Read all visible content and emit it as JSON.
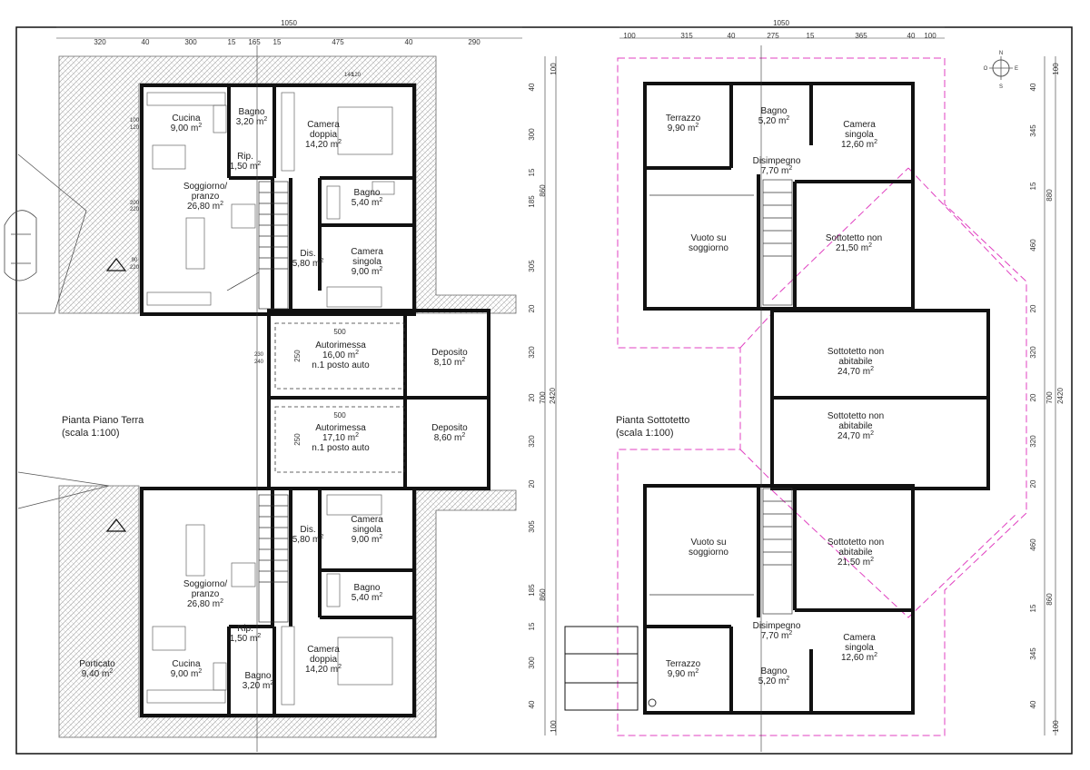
{
  "colors": {
    "wall": "#111111",
    "roof_outline": "#e040c0",
    "hatch": "#999999",
    "furniture": "#666666"
  },
  "ground_floor": {
    "title": "Pianta Piano Terra",
    "scale": "(scala 1:100)",
    "rooms": {
      "cucina_a": {
        "name": [
          "Cucina"
        ],
        "area": "9,00"
      },
      "bagno_a": {
        "name": [
          "Bagno"
        ],
        "area": "3,20"
      },
      "camera_doppia_a": {
        "name": [
          "Camera",
          "doppia"
        ],
        "area": "14,20"
      },
      "rip_a": {
        "name": [
          "Rip."
        ],
        "area": "1,50"
      },
      "soggiorno_a": {
        "name": [
          "Soggiorno/",
          "pranzo"
        ],
        "area": "26,80"
      },
      "bagno2_a": {
        "name": [
          "Bagno"
        ],
        "area": "5,40"
      },
      "dis_a": {
        "name": [
          "Dis."
        ],
        "area": "5,80"
      },
      "camera_singola_a": {
        "name": [
          "Camera",
          "singola"
        ],
        "area": "9,00"
      },
      "autorimessa_a": {
        "name": [
          "Autorimessa"
        ],
        "area": "16,00",
        "extra": "n.1 posto auto"
      },
      "deposito_a": {
        "name": [
          "Deposito"
        ],
        "area": "8,10"
      },
      "autorimessa_b": {
        "name": [
          "Autorimessa"
        ],
        "area": "17,10",
        "extra": "n.1 posto auto"
      },
      "deposito_b": {
        "name": [
          "Deposito"
        ],
        "area": "8,60"
      },
      "dis_b": {
        "name": [
          "Dis."
        ],
        "area": "5,80"
      },
      "camera_singola_b": {
        "name": [
          "Camera",
          "singola"
        ],
        "area": "9,00"
      },
      "soggiorno_b": {
        "name": [
          "Soggiorno/",
          "pranzo"
        ],
        "area": "26,80"
      },
      "bagno2_b": {
        "name": [
          "Bagno"
        ],
        "area": "5,40"
      },
      "rip_b": {
        "name": [
          "Rip."
        ],
        "area": "1,50"
      },
      "camera_doppia_b": {
        "name": [
          "Camera",
          "doppia"
        ],
        "area": "14,20"
      },
      "porticato": {
        "name": [
          "Porticato"
        ],
        "area": "9,40"
      },
      "cucina_b": {
        "name": [
          "Cucina"
        ],
        "area": "9,00"
      },
      "bagno_b": {
        "name": [
          "Bagno"
        ],
        "area": "3,20"
      }
    },
    "dims_top": {
      "total": "1050",
      "row1": [
        "320",
        "40",
        "300",
        "15",
        "165",
        "15",
        "475",
        "40",
        "290"
      ]
    },
    "dims_right": {
      "total": "2420",
      "mid": [
        "860",
        "700",
        "860"
      ],
      "detail": [
        "40",
        "300",
        "15",
        "185",
        "305",
        "20",
        "320",
        "20",
        "320",
        "20",
        "305",
        "185",
        "15",
        "300",
        "40"
      ],
      "ends": [
        "100",
        "100"
      ]
    },
    "garage_dims": [
      "500",
      "250",
      "500",
      "250"
    ],
    "window_marks": [
      "140",
      "120",
      "100",
      "120",
      "200",
      "220",
      "90",
      "220",
      "230",
      "240"
    ]
  },
  "attic_floor": {
    "title": "Pianta Sottotetto",
    "scale": "(scala 1:100)",
    "rooms": {
      "terrazzo_a": {
        "name": [
          "Terrazzo"
        ],
        "area": "9,90"
      },
      "bagno_a": {
        "name": [
          "Bagno"
        ],
        "area": "5,20"
      },
      "camera_a": {
        "name": [
          "Camera",
          "singola"
        ],
        "area": "12,60"
      },
      "disimpegno_a": {
        "name": [
          "Disimpegno"
        ],
        "area": "7,70"
      },
      "vuoto_a": {
        "name": [
          "Vuoto su",
          "soggiorno"
        ],
        "area": ""
      },
      "sottotetto_1": {
        "name": [
          "Sottotetto non"
        ],
        "area": "21,50"
      },
      "sottotetto_2": {
        "name": [
          "Sottotetto non",
          "abitabile"
        ],
        "area": "24,70"
      },
      "sottotetto_3": {
        "name": [
          "Sottotetto non",
          "abitabile"
        ],
        "area": "24,70"
      },
      "vuoto_b": {
        "name": [
          "Vuoto su",
          "soggiorno"
        ],
        "area": ""
      },
      "sottotetto_4": {
        "name": [
          "Sottotetto non",
          "abitabile"
        ],
        "area": "21,50"
      },
      "disimpegno_b": {
        "name": [
          "Disimpegno"
        ],
        "area": "7,70"
      },
      "terrazzo_b": {
        "name": [
          "Terrazzo"
        ],
        "area": "9,90"
      },
      "bagno_b": {
        "name": [
          "Bagno"
        ],
        "area": "5,20"
      },
      "camera_b": {
        "name": [
          "Camera",
          "singola"
        ],
        "area": "12,60"
      }
    },
    "dims_top": {
      "total": "1050",
      "row1": [
        "100",
        "315",
        "40",
        "275",
        "15",
        "365",
        "40",
        "100"
      ]
    },
    "dims_right": {
      "total": "2420",
      "mid": [
        "880",
        "700",
        "860"
      ],
      "detail": [
        "40",
        "345",
        "15",
        "460",
        "20",
        "320",
        "20",
        "320",
        "20",
        "460",
        "15",
        "345",
        "40"
      ],
      "ends": [
        "100",
        "100"
      ]
    },
    "compass": {
      "n": "N",
      "s": "S",
      "e": "E",
      "o": "O"
    }
  },
  "unit": "m",
  "unit_sup": "2"
}
